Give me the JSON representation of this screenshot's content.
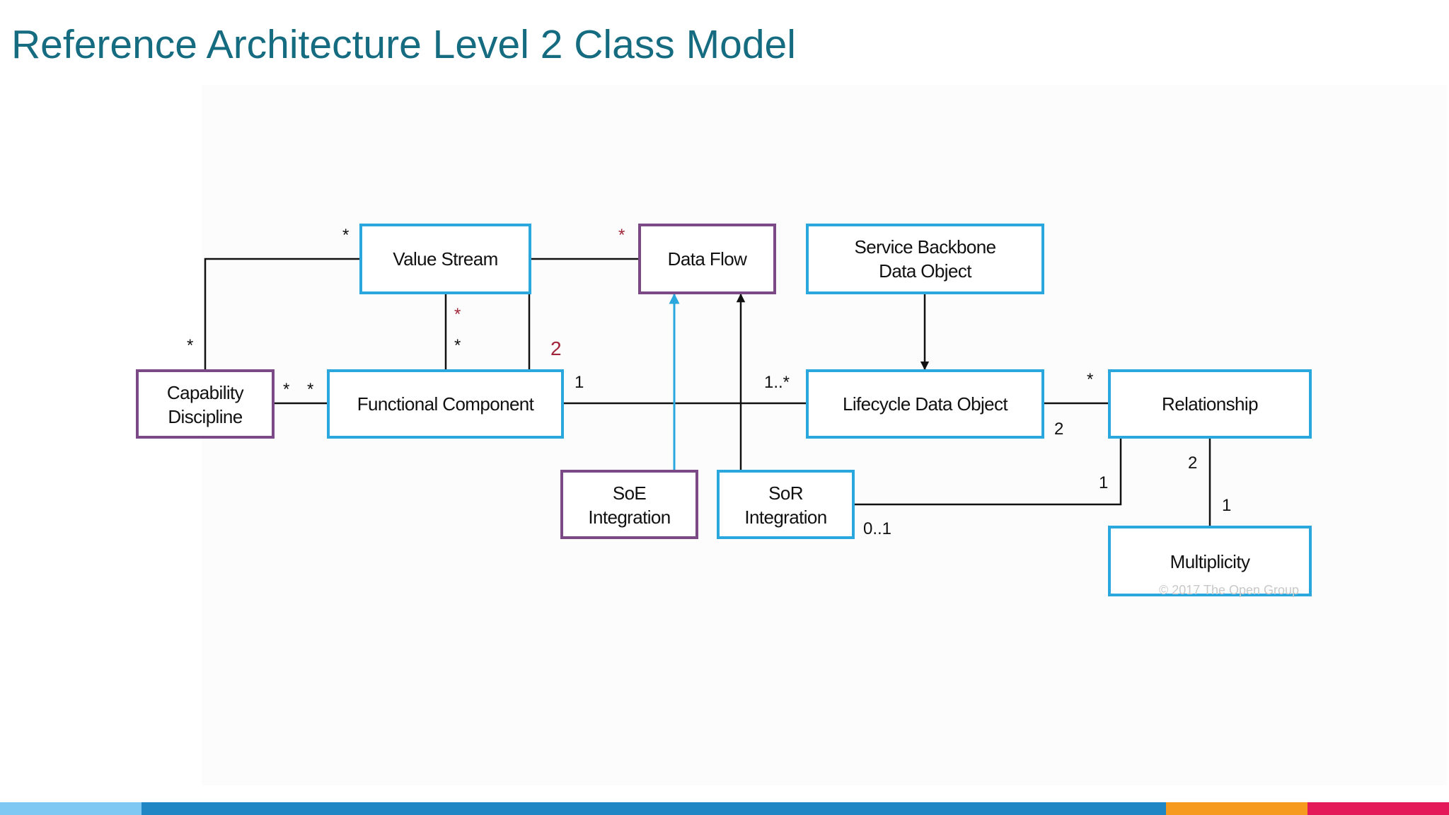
{
  "slide": {
    "title": "Reference Architecture Level 2 Class Model"
  },
  "diagram": {
    "boxes": {
      "value_stream": [
        "Value Stream"
      ],
      "data_flow": [
        "Data Flow"
      ],
      "service_backbone": [
        "Service Backbone",
        "Data Object"
      ],
      "capability": [
        "Capability",
        "Discipline"
      ],
      "functional_component": [
        "Functional Component"
      ],
      "lifecycle_data_object": [
        "Lifecycle Data Object"
      ],
      "relationship": [
        "Relationship"
      ],
      "soe_integration": [
        "SoE",
        "Integration"
      ],
      "sor_integration": [
        "SoR",
        "Integration"
      ],
      "multiplicity": [
        "Multiplicity"
      ]
    },
    "multiplicities": {
      "vs_left": "*",
      "df_left": "*",
      "vs_fc_top": "*",
      "vs_fc_bottom": "*",
      "cap_top": "*",
      "cap_right": "*",
      "fc_left": "*",
      "fc_vs_two": "2",
      "fc_right": "1",
      "ldo_left": "1..*",
      "ldo_right": "2",
      "rel_left": "*",
      "rel_sor": "1",
      "rel_mult": "2",
      "mult_top": "1",
      "sor_right": "0..1"
    },
    "watermark": "© 2017 The Open Group"
  },
  "colors": {
    "title": "#156c80",
    "box_blue": "#2aa7dc",
    "box_purple": "#7b4a86",
    "multiplicity_red": "#a1263a",
    "footer": [
      "#7ec8f3",
      "#2086c4",
      "#f59a1f",
      "#e3195a"
    ]
  }
}
